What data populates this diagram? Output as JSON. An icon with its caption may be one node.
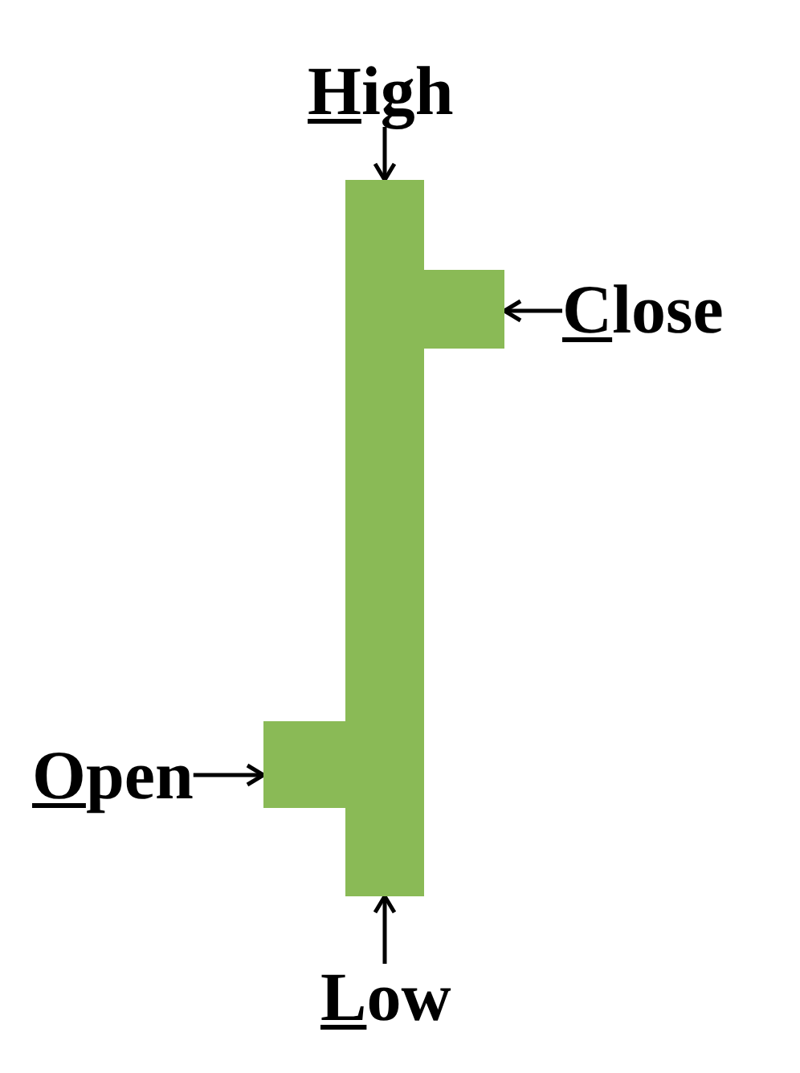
{
  "diagram": {
    "nodes": [
      {
        "text": [
          "High"
        ]
      },
      {
        "text": [],
        "shape": "bar"
      },
      {
        "text": [],
        "shape": "bar"
      },
      {
        "text": [
          "Close"
        ]
      },
      {
        "text": [
          "Open"
        ]
      },
      {
        "text": [],
        "shape": "bar"
      },
      {
        "text": [
          "Low"
        ]
      }
    ],
    "edges": [
      {
        "from": 0,
        "to": 1,
        "arrow": "to"
      },
      {
        "from": 3,
        "to": 2,
        "arrow": "to"
      },
      {
        "from": 4,
        "to": 5,
        "arrow": "to"
      },
      {
        "from": 6,
        "to": 1,
        "arrow": "to"
      }
    ]
  }
}
